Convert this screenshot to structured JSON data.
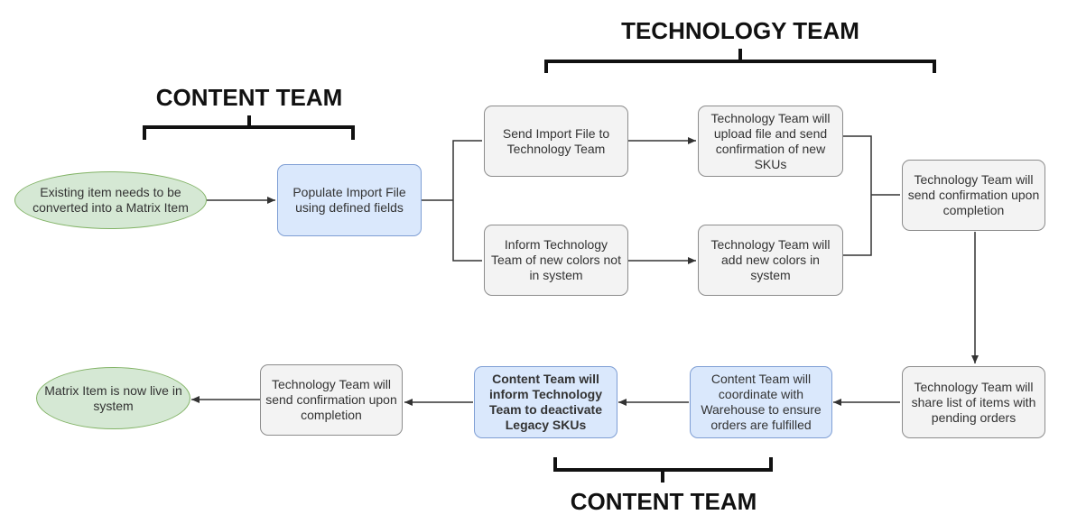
{
  "headings": {
    "content_team_top": "CONTENT TEAM",
    "technology_team": "TECHNOLOGY TEAM",
    "content_team_bottom": "CONTENT TEAM"
  },
  "nodes": {
    "existing_item": "Existing item needs to be converted into a Matrix Item",
    "populate_import": "Populate Import File using defined fields",
    "send_import": "Send Import File to Technology Team",
    "inform_colors": "Inform Technology Team of new colors not in system",
    "tech_upload": "Technology Team will upload file and send confirmation of new SKUs",
    "tech_add_colors": "Technology Team will add new colors in system",
    "tech_confirm_1": "Technology Team will send confirmation upon completion",
    "tech_share_list": "Technology Team will share list of items with pending orders",
    "content_coordinate": "Content Team will coordinate with Warehouse to ensure orders are fulfilled",
    "content_inform_deactivate": "Content Team will inform Technology Team to deactivate Legacy SKUs",
    "tech_confirm_2": "Technology Team will send confirmation upon completion",
    "matrix_live": "Matrix Item is now live in system"
  },
  "colors": {
    "process_fill": "#f3f3f3",
    "content_fill": "#dae8fc",
    "terminal_fill": "#d5e8d4",
    "connector": "#333333"
  }
}
